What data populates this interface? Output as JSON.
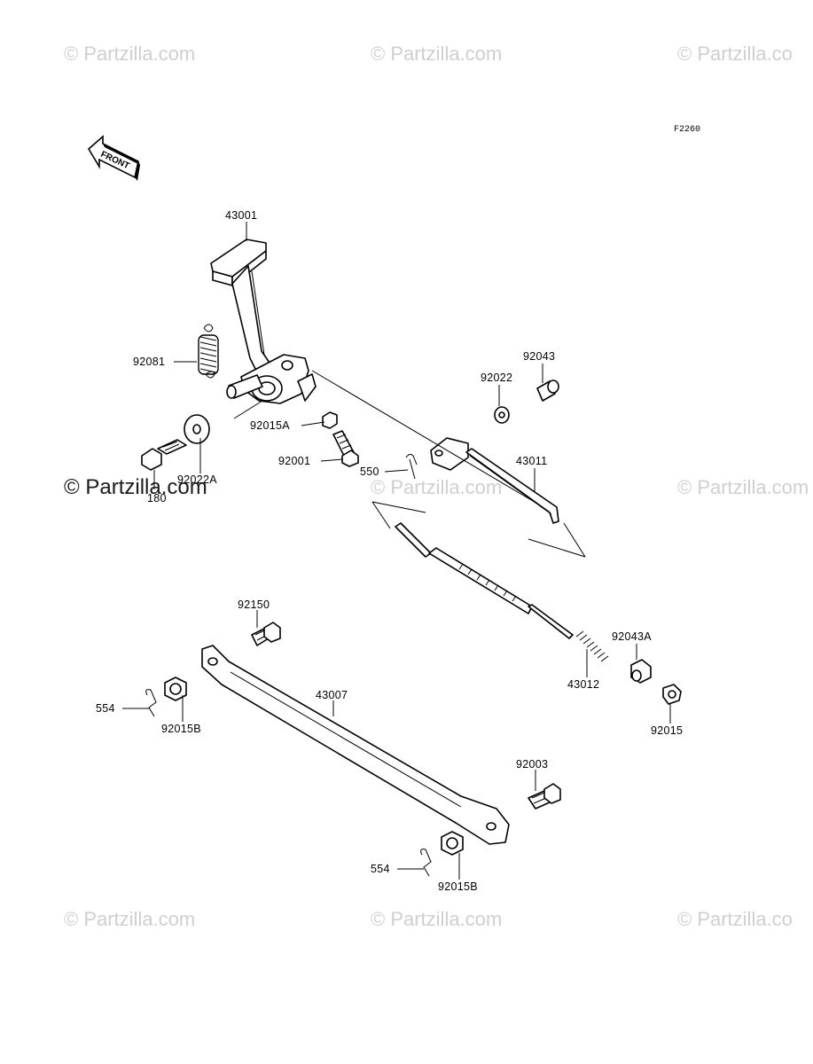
{
  "watermarks": {
    "top_left": "© Partzilla.com",
    "top_center": "© Partzilla.com",
    "top_right": "© Partzilla.co",
    "mid_left": "© Partzilla.com",
    "mid_center": "© Partzilla.com",
    "mid_right": "© Partzilla.com",
    "bottom_left": "© Partzilla.com",
    "bottom_center": "© Partzilla.com",
    "bottom_right": "© Partzilla.co"
  },
  "diagram_code": "F2260",
  "front_label": "FRONT",
  "part_labels": {
    "p43001": "43001",
    "p92081": "92081",
    "p92043": "92043",
    "p92022": "92022",
    "p92015A": "92015A",
    "p92001": "92001",
    "p550": "550",
    "p43011": "43011",
    "p92022A": "92022A",
    "p180": "180",
    "p92150": "92150",
    "p92043A": "92043A",
    "p43012": "43012",
    "p554_top": "554",
    "p92015B_top": "92015B",
    "p43007": "43007",
    "p92015": "92015",
    "p92003": "92003",
    "p554_bottom": "554",
    "p92015B_bottom": "92015B"
  }
}
